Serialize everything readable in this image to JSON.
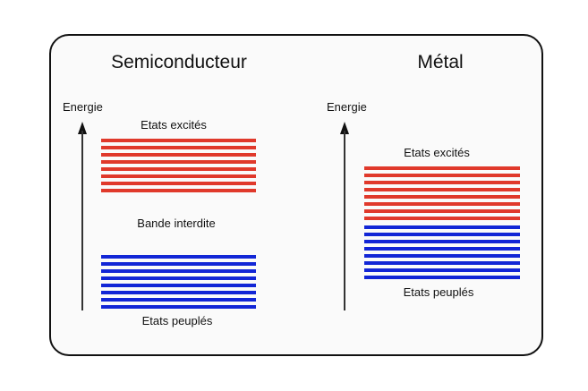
{
  "colors": {
    "excited": "#e0392b",
    "populated": "#1226d6",
    "frame_border": "#111111",
    "frame_bg": "#fafafa"
  },
  "semiconductor": {
    "title": "Semiconducteur",
    "axis_label": "Energie",
    "excited_label": "Etats excités",
    "gap_label": "Bande interdite",
    "populated_label": "Etats peuplés",
    "excited_line_count": 8,
    "populated_line_count": 8
  },
  "metal": {
    "title": "Métal",
    "axis_label": "Energie",
    "excited_label": "Etats excités",
    "populated_label": "Etats peuplés",
    "excited_line_count": 8,
    "populated_line_count": 8
  }
}
